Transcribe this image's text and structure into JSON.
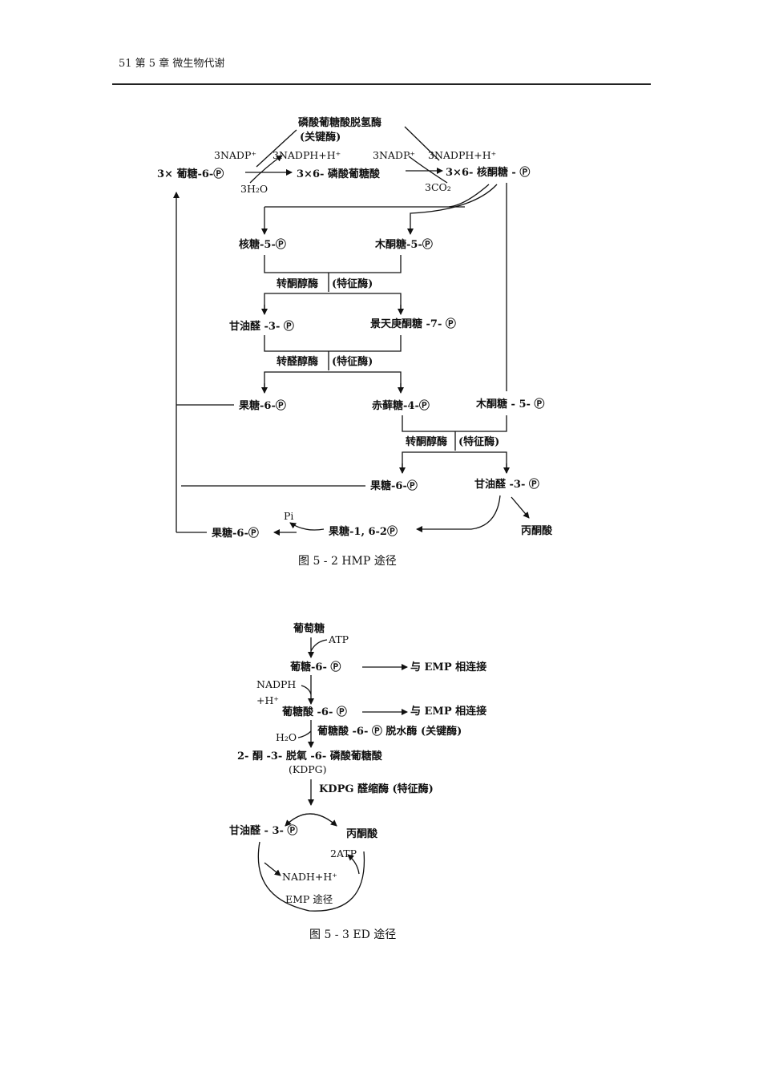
{
  "header": {
    "text": "51 第 5 章 微生物代谢"
  },
  "hmp": {
    "enzyme1": "磷酸葡糖酸脱氢酶",
    "enzyme1_note": "(关键酶)",
    "nadp1": "3NADP⁺",
    "nadph1": "3NADPH+H⁺",
    "nadp2": "3NADP⁺",
    "nadph2": "3NADPH+H⁺",
    "start": "3× 葡糖-6-Ⓟ",
    "mid1": "3×6- 磷酸葡糖酸",
    "mid2": "3×6- 核酮糖 - Ⓟ",
    "h2o": "3H₂O",
    "co2": "3CO₂",
    "ribose": "核糖-5-Ⓟ",
    "xylulose1": "木酮糖-5-Ⓟ",
    "transketolase1": "转酮醇酶",
    "feature1": "(特征酶)",
    "glyceraldehyde1": "甘油醛 -3- Ⓟ",
    "sedoheptulose": "景天庚酮糖 -7- Ⓟ",
    "transaldolase": "转醛醇酶",
    "feature2": "(特征酶)",
    "fructose1": "果糖-6-Ⓟ",
    "erythrose": "赤藓糖-4-Ⓟ",
    "xylulose2": "木酮糖 - 5- Ⓟ",
    "transketolase2": "转酮醇酶",
    "feature3": "(特征酶)",
    "fructose2": "果糖-6-Ⓟ",
    "glyceraldehyde2": "甘油醛 -3- Ⓟ",
    "pi": "Pi",
    "fructose3": "果糖-6-Ⓟ",
    "fbp": "果糖-1, 6-2Ⓟ",
    "pyruvate": "丙酮酸",
    "caption": "图 5 - 2    HMP 途径"
  },
  "ed": {
    "glucose": "葡萄糖",
    "atp": "ATP",
    "g6p": "葡糖-6- Ⓟ",
    "link1": "与 EMP 相连接",
    "nadph": "NADPH",
    "h_plus": "+H⁺",
    "gluconate6p": "葡糖酸 -6- Ⓟ",
    "link2": "与 EMP 相连接",
    "h2o": "H₂O",
    "dehydratase": "葡糖酸 -6- Ⓟ 脱水酶 (关键酶)",
    "kdpg_name": "2- 酮 -3- 脱氧 -6- 磷酸葡糖酸",
    "kdpg": "(KDPG)",
    "aldolase": "KDPG 醛缩酶 (特征酶)",
    "g3p": "甘油醛 - 3- Ⓟ",
    "pyruvate": "丙酮酸",
    "atp2": "2ATP",
    "nadh": "NADH+H⁺",
    "emp": "EMP 途径",
    "caption": "图 5 - 3    ED 途径"
  }
}
